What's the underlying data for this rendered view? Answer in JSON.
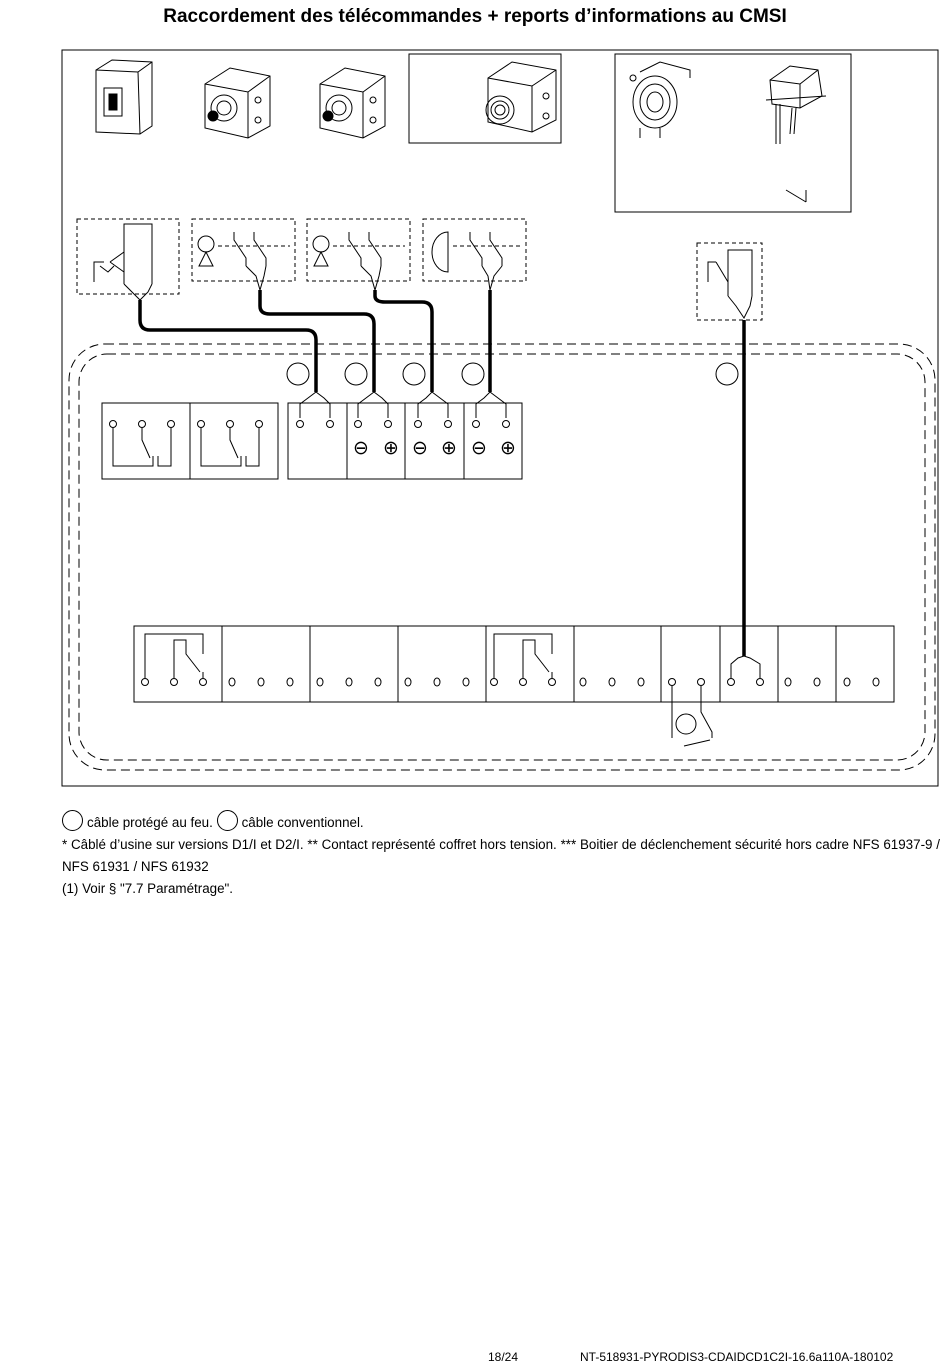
{
  "title": "Raccordement des télécommandes + reports d’informations au CMSI",
  "terminals": {
    "minus": "⊖",
    "plus": "⊕"
  },
  "notes": {
    "legend_fire": "câble protégé au feu.",
    "legend_conventional": "câble conventionnel.",
    "note_star": "* Câblé d’usine sur versions D1/I et D2/I. ** Contact représenté coffret hors tension. *** Boitier de déclenchement sécurité hors cadre NFS 61937-9 / NFS 61931 / NFS 61932",
    "note_ref": "(1) Voir § \"7.7 Paramétrage\"."
  },
  "footer": {
    "page": "18/24",
    "reference": "NT-518931-PYRODIS3-CDAIDCD1C2I-16.6a110A-180102"
  },
  "colors": {
    "line": "#000000",
    "background": "#ffffff"
  }
}
